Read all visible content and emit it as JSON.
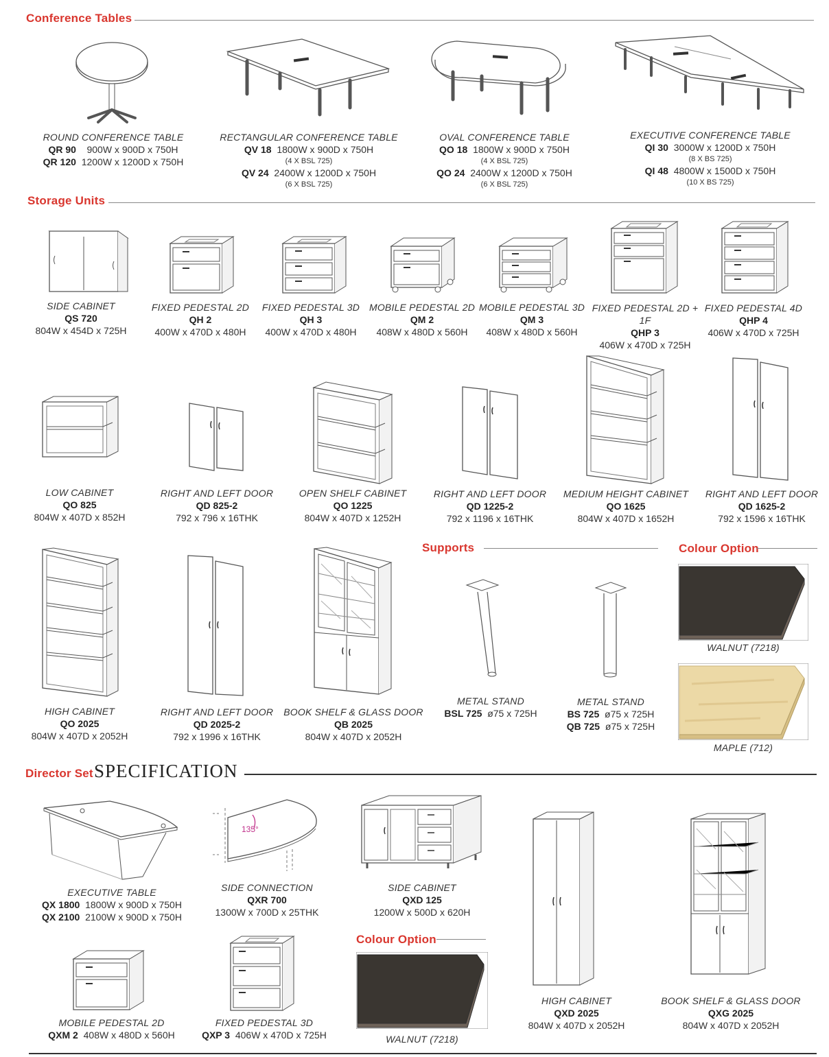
{
  "sections": {
    "conference": "Conference Tables",
    "storage": "Storage Units",
    "supports": "Supports",
    "colour1": "Colour Option",
    "director": "Director Set",
    "spec": "SPECIFICATION",
    "colour2": "Colour Option"
  },
  "conference": [
    {
      "name": "ROUND CONFERENCE TABLE",
      "rows": [
        {
          "code": "QR 90",
          "dims": "900W x  900D x 750H"
        },
        {
          "code": "QR 120",
          "dims": "1200W x 1200D x 750H"
        }
      ]
    },
    {
      "name": "RECTANGULAR CONFERENCE TABLE",
      "rows": [
        {
          "code": "QV 18",
          "dims": "1800W x  900D x 750H"
        },
        {
          "note": "(4 X BSL 725)"
        },
        {
          "code": "QV 24",
          "dims": "2400W x 1200D x 750H"
        },
        {
          "note": "(6 X BSL 725)"
        }
      ]
    },
    {
      "name": "OVAL CONFERENCE TABLE",
      "rows": [
        {
          "code": "QO 18",
          "dims": "1800W x  900D x 750H"
        },
        {
          "note": "(4 X BSL 725)"
        },
        {
          "code": "QO 24",
          "dims": "2400W x 1200D x 750H"
        },
        {
          "note": "(6 X BSL 725)"
        }
      ]
    },
    {
      "name": "EXECUTIVE CONFERENCE TABLE",
      "rows": [
        {
          "code": "QI 30",
          "dims": "3000W x 1200D x 750H"
        },
        {
          "note": "(8 X BS 725)"
        },
        {
          "code": "QI 48",
          "dims": "4800W x 1500D x 750H"
        },
        {
          "note": "(10 X BS 725)"
        }
      ]
    }
  ],
  "storage_row1": [
    {
      "name": "SIDE CABINET",
      "code": "QS 720",
      "dims": "804W x 454D x 725H"
    },
    {
      "name": "FIXED PEDESTAL 2D",
      "code": "QH 2",
      "dims": "400W x 470D x 480H"
    },
    {
      "name": "FIXED PEDESTAL 3D",
      "code": "QH 3",
      "dims": "400W x 470D x 480H"
    },
    {
      "name": "MOBILE PEDESTAL 2D",
      "code": "QM 2",
      "dims": "408W x 480D x 560H"
    },
    {
      "name": "MOBILE PEDESTAL 3D",
      "code": "QM 3",
      "dims": "408W x 480D x 560H"
    },
    {
      "name": "FIXED PEDESTAL 2D + 1F",
      "code": "QHP 3",
      "dims": "406W x 470D x 725H"
    },
    {
      "name": "FIXED PEDESTAL 4D",
      "code": "QHP 4",
      "dims": "406W x 470D x 725H"
    }
  ],
  "storage_row2": [
    {
      "name": "LOW CABINET",
      "code": "QO 825",
      "dims": "804W x 407D x 852H"
    },
    {
      "name": "RIGHT AND LEFT DOOR",
      "code": "QD 825-2",
      "dims": "792 x 796 x 16THK"
    },
    {
      "name": "OPEN SHELF CABINET",
      "code": "QO 1225",
      "dims": "804W x 407D x 1252H"
    },
    {
      "name": "RIGHT AND LEFT DOOR",
      "code": "QD 1225-2",
      "dims": "792 x 1196 x 16THK"
    },
    {
      "name": "MEDIUM HEIGHT CABINET",
      "code": "QO 1625",
      "dims": "804W x 407D x 1652H"
    },
    {
      "name": "RIGHT AND LEFT DOOR",
      "code": "QD 1625-2",
      "dims": "792 x 1596 x 16THK"
    }
  ],
  "storage_row3": [
    {
      "name": "HIGH CABINET",
      "code": "QO 2025",
      "dims": "804W x 407D x 2052H"
    },
    {
      "name": "RIGHT AND LEFT DOOR",
      "code": "QD 2025-2",
      "dims": "792 x 1996 x 16THK"
    },
    {
      "name": "BOOK SHELF & GLASS DOOR",
      "code": "QB 2025",
      "dims": "804W x 407D x 2052H"
    }
  ],
  "supports": [
    {
      "name": "METAL STAND",
      "rows": [
        {
          "code": "BSL 725",
          "dims": "ø75 x 725H"
        }
      ]
    },
    {
      "name": "METAL STAND",
      "rows": [
        {
          "code": "BS 725",
          "dims": "ø75 x 725H"
        },
        {
          "code": "QB 725",
          "dims": "ø75 x 725H"
        }
      ]
    }
  ],
  "colours": [
    {
      "label": "WALNUT (7218)",
      "color": "#3a3631"
    },
    {
      "label": "MAPLE (712)",
      "color": "#ecd9a6"
    }
  ],
  "director": {
    "executive": {
      "name": "EXECUTIVE TABLE",
      "rows": [
        {
          "code": "QX 1800",
          "dims": "1800W x 900D x 750H"
        },
        {
          "code": "QX 2100",
          "dims": "2100W x 900D x 750H"
        }
      ]
    },
    "side_connection": {
      "name": "SIDE CONNECTION",
      "code": "QXR 700",
      "dims": "1300W x 700D x 25THK",
      "angle": "135°"
    },
    "side_cabinet": {
      "name": "SIDE CABINET",
      "code": "QXD 125",
      "dims": "1200W x 500D x 620H"
    },
    "mobile_ped": {
      "name": "MOBILE PEDESTAL 2D",
      "code": "QXM 2",
      "dims": "408W x 480D x 560H"
    },
    "fixed_ped": {
      "name": "FIXED PEDESTAL 3D",
      "code": "QXP 3",
      "dims": "406W x 470D x 725H"
    },
    "colour": {
      "label": "WALNUT (7218)",
      "color": "#3a3631"
    },
    "high_cabinet": {
      "name": "HIGH CABINET",
      "code": "QXD 2025",
      "dims": "804W x 407D x 2052H"
    },
    "book_shelf": {
      "name": "BOOK SHELF & GLASS DOOR",
      "code": "QXG 2025",
      "dims": "804W x 407D x 2052H"
    }
  }
}
